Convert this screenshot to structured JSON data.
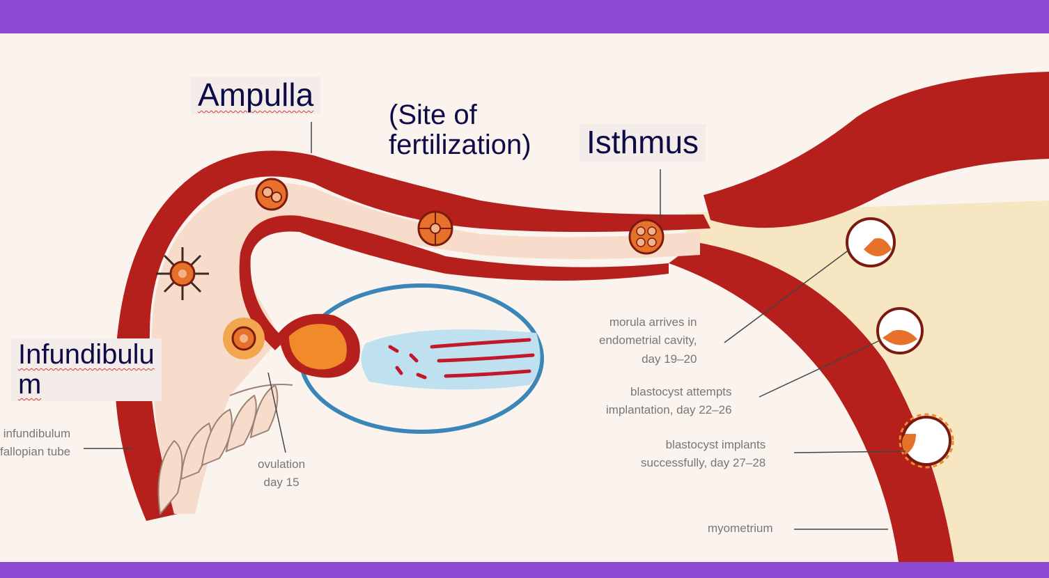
{
  "labels": {
    "ampulla": "Ampulla",
    "site_of_fertilization": [
      "(Site of",
      "fertilization)"
    ],
    "isthmus": "Isthmus",
    "infundibulum": [
      "Infundibulu",
      "m"
    ]
  },
  "annotations": {
    "infundibulum_fallopian_tube": [
      "infundibulum",
      "fallopian tube"
    ],
    "ovulation": [
      "ovulation",
      "day 15"
    ],
    "morula": [
      "morula arrives in",
      "endometrial cavity,",
      "day 19–20"
    ],
    "blastocyst_attempts": [
      "blastocyst attempts",
      "implantation, day 22–26"
    ],
    "blastocyst_implants": [
      "blastocyst implants",
      "successfully, day 27–28"
    ],
    "myometrium": "myometrium"
  },
  "colors": {
    "banner": "#8d48d2",
    "tube_wall": "#b5201c",
    "tube_lumen": "#f8dccb",
    "endometrium": "#f7e6c2",
    "ovary_outline": "#3b86b8",
    "label_text": "#0d0b47"
  }
}
